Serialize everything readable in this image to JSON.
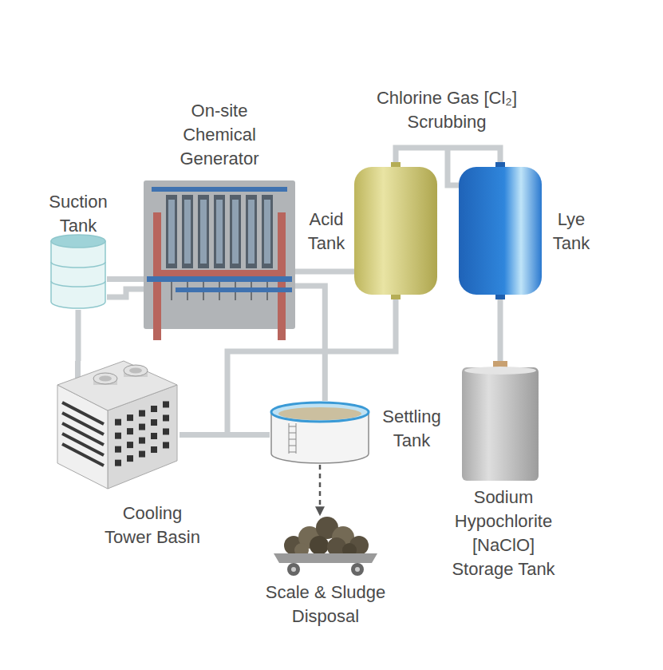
{
  "diagram": {
    "nodes": [
      {
        "text": [
          "Suction Tank"
        ]
      },
      {
        "text": [
          "On-site Chemical Generator"
        ]
      },
      {
        "text": [
          "Acid Tank"
        ]
      },
      {
        "text": [
          "Lye Tank"
        ]
      },
      {
        "text": [
          "Cooling Tower Basin"
        ]
      },
      {
        "text": [
          "Settling Tank"
        ]
      },
      {
        "text": [
          "Sodium Hypochlorite [NaClO] Storage Tank"
        ]
      },
      {
        "text": [
          "Scale & Sludge Disposal"
        ]
      }
    ],
    "edges": [
      {
        "from": 0,
        "to": 1,
        "arrow": "none"
      },
      {
        "from": 0,
        "to": 4,
        "arrow": "none"
      },
      {
        "from": 1,
        "to": 2,
        "arrow": "none"
      },
      {
        "from": 2,
        "to": 3,
        "label": "Chlorine Gas [Cl₂] Scrubbing",
        "arrow": "none"
      },
      {
        "from": 3,
        "to": 6,
        "arrow": "none"
      },
      {
        "from": 1,
        "to": 5,
        "arrow": "none"
      },
      {
        "from": 2,
        "to": 4,
        "arrow": "none"
      },
      {
        "from": 4,
        "to": 5,
        "arrow": "none"
      },
      {
        "from": 5,
        "to": 7,
        "arrow": "to"
      }
    ]
  }
}
